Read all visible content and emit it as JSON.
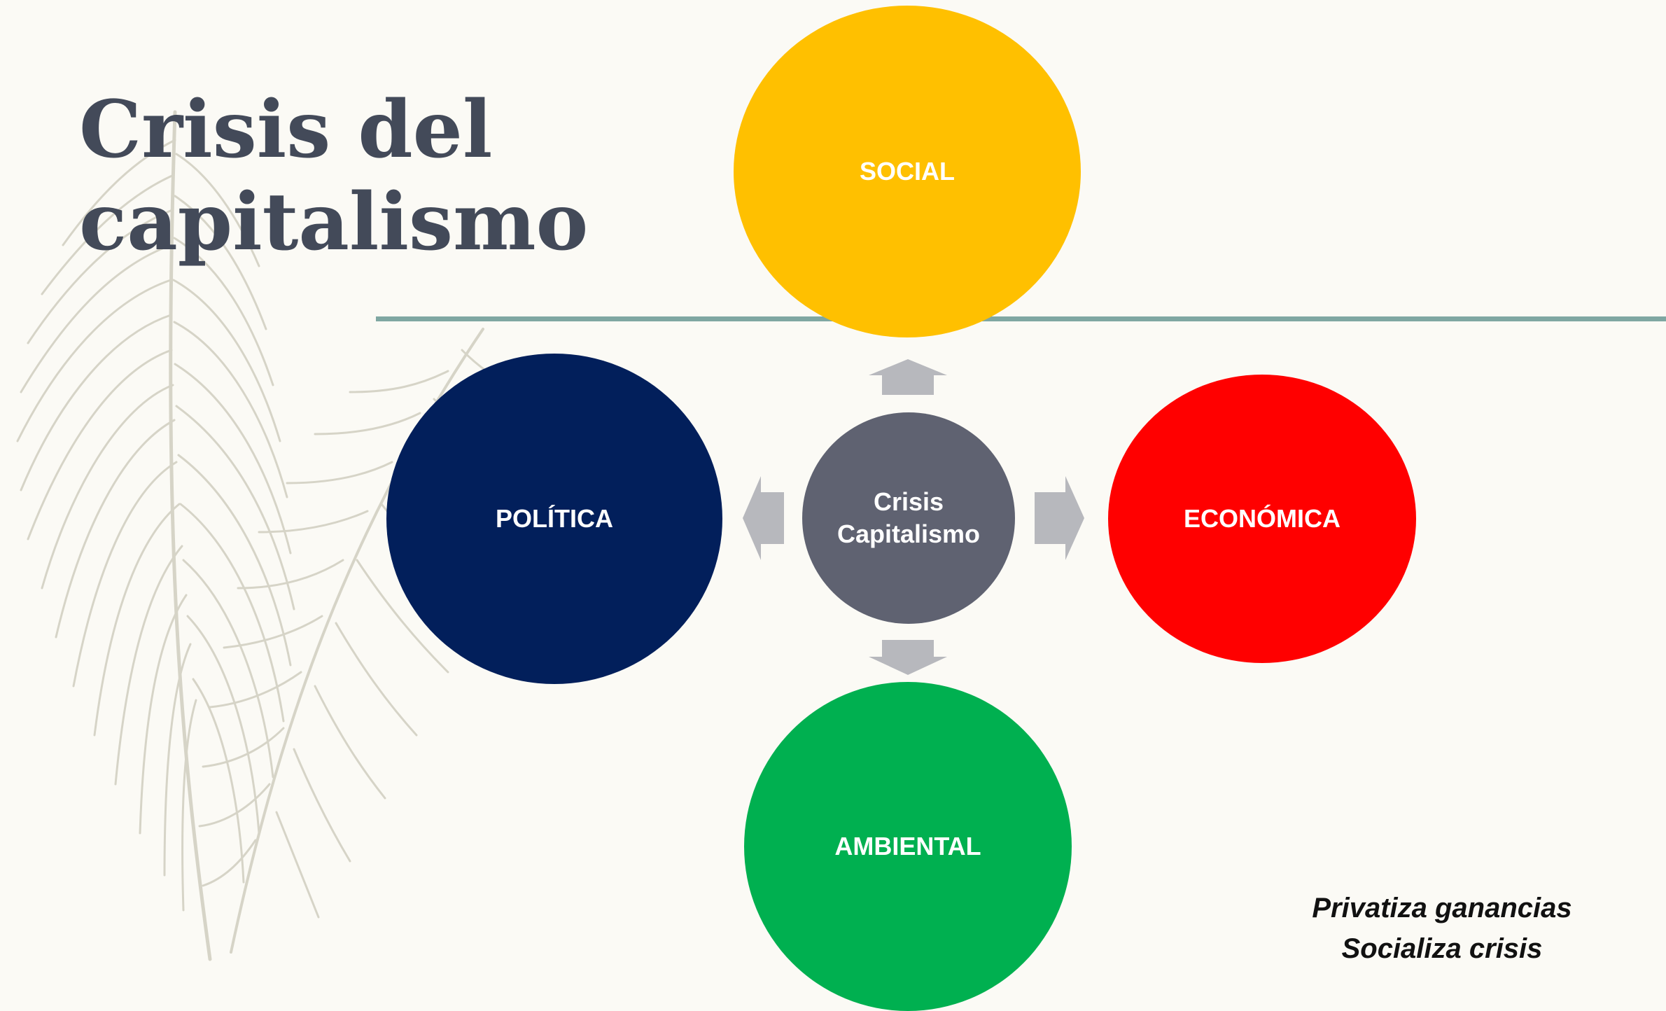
{
  "slide": {
    "title": "Crisis del capitalismo",
    "colors": {
      "background": "#fbfaf5",
      "title": "#434a59",
      "rule": "#7fa7a2",
      "arrow": "#b7b8bd"
    }
  },
  "diagram": {
    "center": {
      "line1": "Crisis",
      "line2": "Capitalismo",
      "color": "#5f6271"
    },
    "nodes": {
      "social": {
        "label": "SOCIAL",
        "color": "#ffc000"
      },
      "politica": {
        "label": "POLÍTICA",
        "color": "#021f5b"
      },
      "economica": {
        "label": "ECONÓMICA",
        "color": "#ff0000"
      },
      "ambiental": {
        "label": "AMBIENTAL",
        "color": "#00b050"
      }
    }
  },
  "tagline": {
    "line1": "Privatiza ganancias",
    "line2": "Socializa crisis"
  }
}
